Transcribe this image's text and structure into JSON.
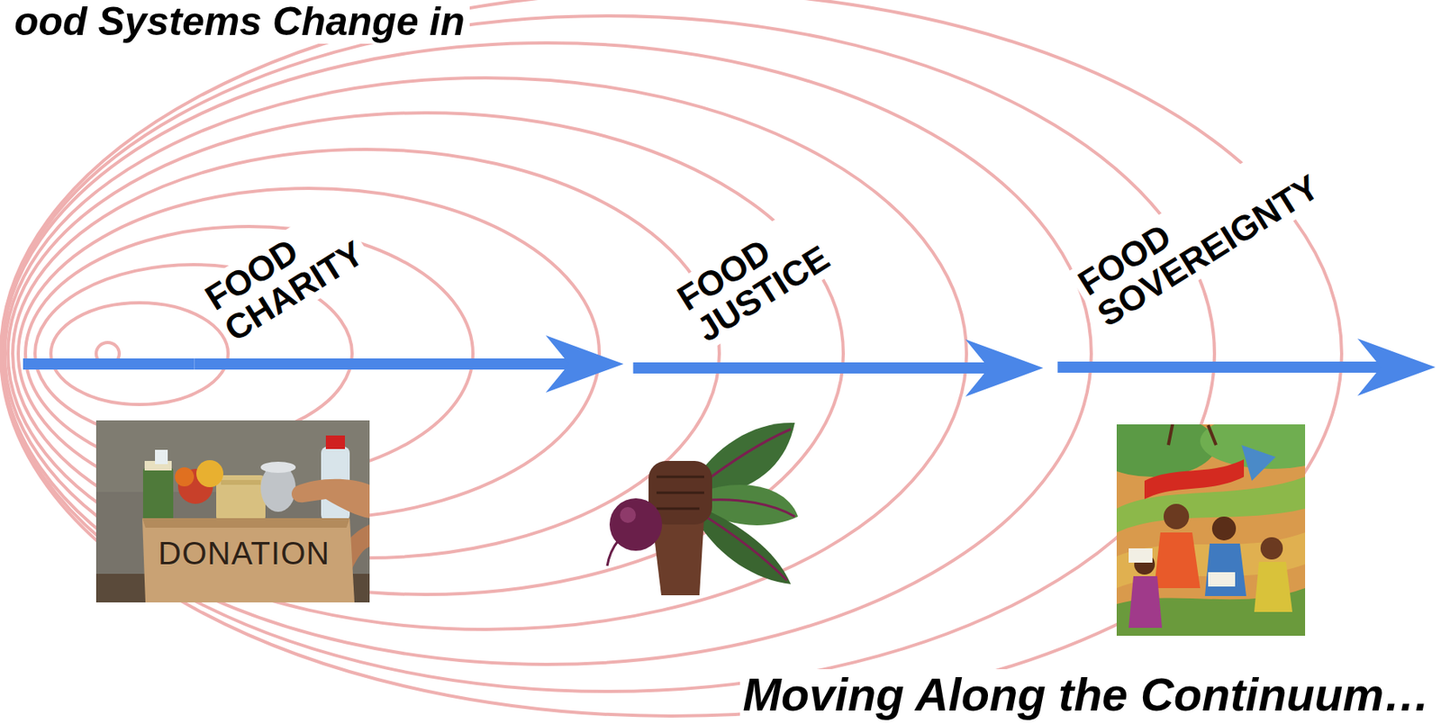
{
  "diagram": {
    "title": "ood Systems Change in",
    "caption": "Moving Along the Continuum…",
    "nodes": [
      {
        "text": [
          "FOOD CHARITY"
        ]
      },
      {
        "text": [
          "FOOD JUSTICE"
        ]
      },
      {
        "text": [
          "FOOD SOVEREIGNTY"
        ]
      }
    ],
    "edges": [
      {
        "from": 0,
        "to": 1,
        "arrow": "to"
      },
      {
        "from": 1,
        "to": 2,
        "arrow": "to"
      }
    ],
    "labels": [
      "DONATION"
    ]
  }
}
